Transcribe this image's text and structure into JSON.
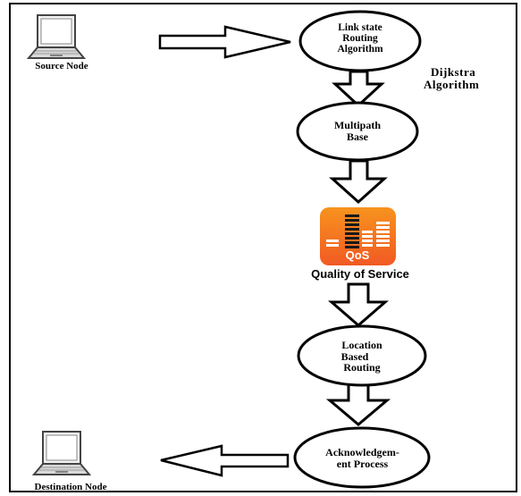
{
  "nodes": {
    "source": {
      "label": "Source Node",
      "icon": "laptop-icon"
    },
    "destination": {
      "label": "Destination Node",
      "icon": "laptop-icon"
    }
  },
  "steps": {
    "link_state": {
      "lines": [
        "Link state",
        "Routing",
        "Algorithm"
      ]
    },
    "dijkstra": {
      "lines": [
        "Dijkstra",
        "Algorithm"
      ]
    },
    "multipath": {
      "lines": [
        "Multipath",
        "Base"
      ]
    },
    "qos": {
      "badge": "QoS",
      "caption": "Quality of Service",
      "icon": "equalizer-icon",
      "color": "#f26522"
    },
    "location": {
      "lines": [
        "Location",
        "Based",
        "Routing"
      ]
    },
    "ack": {
      "lines": [
        "Acknowledgem-",
        "ent Process"
      ]
    }
  }
}
